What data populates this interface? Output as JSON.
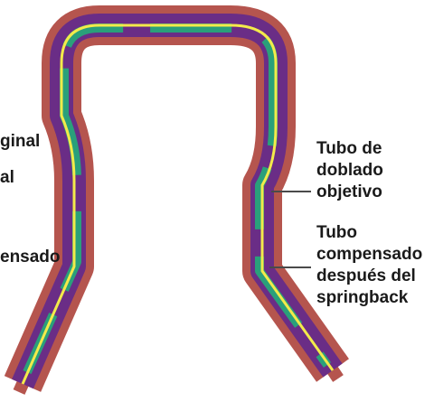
{
  "colors": {
    "outer_tube": "#b5554e",
    "inner_tube": "#6a2d86",
    "compensated_band": "#2aa07a",
    "centerline": "#f3ea4a",
    "leader_line": "#4a4a4a",
    "text": "#1a1a1a"
  },
  "left_labels": {
    "line1": "ginal",
    "line2": "al",
    "line3": "ensado"
  },
  "right_labels": {
    "target": {
      "line1": "Tubo de",
      "line2": "doblado",
      "line3": "objetivo"
    },
    "compensated": {
      "line1": "Tubo",
      "line2": "compensado",
      "line3": "después del",
      "line4": "springback"
    }
  }
}
